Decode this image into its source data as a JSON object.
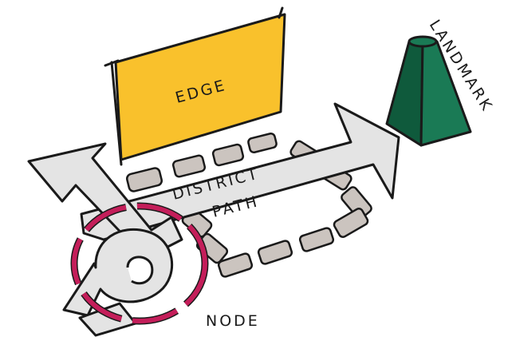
{
  "labels": {
    "edge": "EDGE",
    "landmark": "LANDMARK",
    "district": "DISTRICT",
    "path": "PATH",
    "node": "NODE"
  },
  "colors": {
    "edge_fill": "#f9c12c",
    "landmark_fill": "#1a7a55",
    "landmark_dark": "#0f5a3c",
    "path_fill": "#e4e4e4",
    "district_fill": "#cbc4bf",
    "node_ring": "#c41e5a",
    "ink": "#1a1a1a"
  }
}
